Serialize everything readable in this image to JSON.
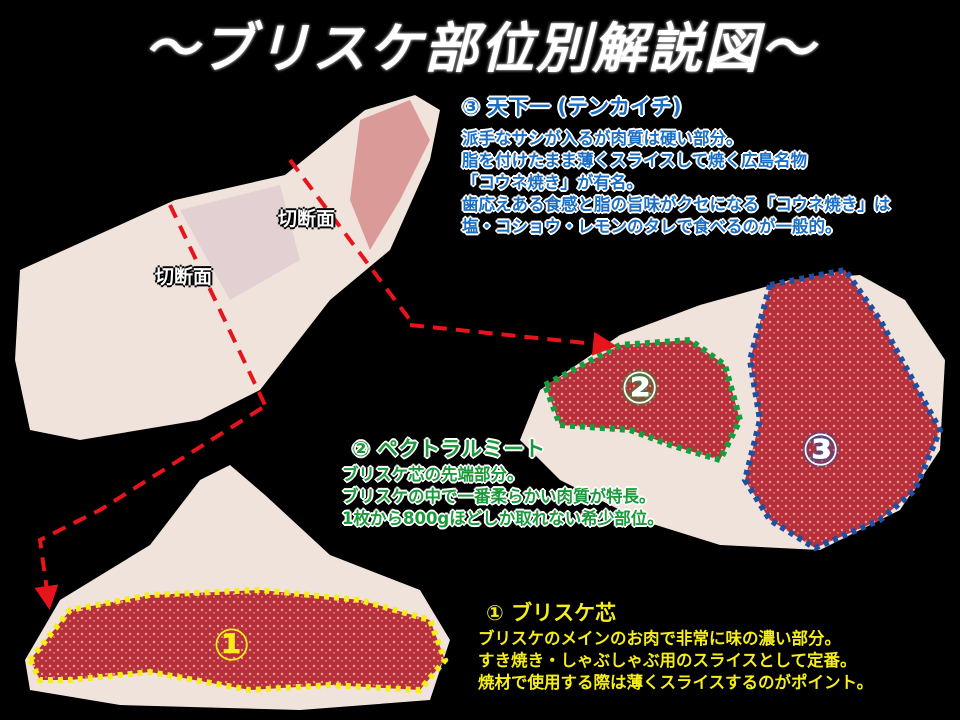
{
  "title": "〜ブリスケ部位別解説図〜",
  "cut_labels": [
    "切断面",
    "切断面"
  ],
  "sections": {
    "tenkaichi": {
      "number": "③",
      "heading": "③ 天下一 (テンカイチ)",
      "lines": [
        "派手なサシが入るが肉質は硬い部分。",
        "脂を付けたまま薄くスライスして焼く広島名物",
        "「コウネ焼き」が有名。",
        "歯応えある食感と脂の旨味がクセになる「コウネ焼き」は",
        "塩・コショウ・レモンのタレで食べるのが一般的。"
      ],
      "color": "#1a6fc4"
    },
    "pectoral": {
      "number": "②",
      "heading": "② ペクトラルミート",
      "lines": [
        "ブリスケ芯の先端部分。",
        "ブリスケの中で一番柔らかい肉質が特長。",
        "1枚から800gほどしか取れない希少部位。"
      ],
      "color": "#1a9a3a"
    },
    "brisket_core": {
      "number": "①",
      "heading": "① ブリスケ芯",
      "lines": [
        "ブリスケのメインのお肉で非常に味の濃い部分。",
        "すき焼き・しゃぶしゃぶ用のスライスとして定番。",
        "焼材で使用する際は薄くスライスするのがポイント。"
      ],
      "color": "#f5ee1a"
    }
  }
}
